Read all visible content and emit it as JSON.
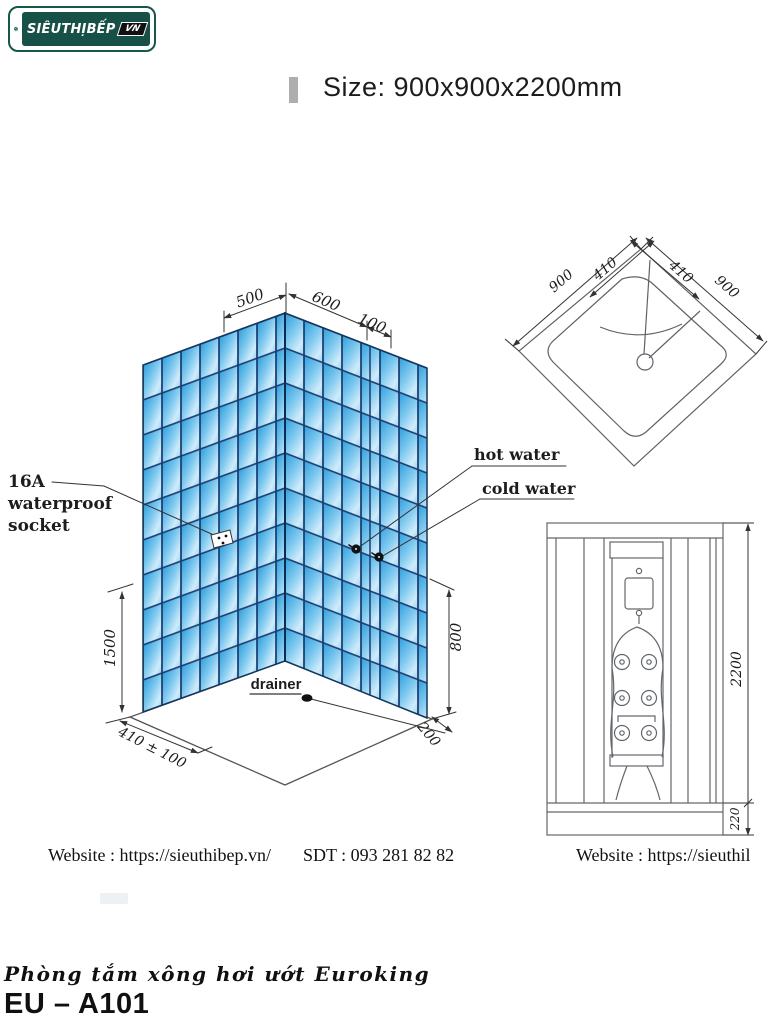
{
  "logo": {
    "brand": "SIÊUTHỊBẾP",
    "tld": "VN"
  },
  "title": "Size: 900x900x2200mm",
  "iso": {
    "dim_500": "500",
    "dim_600": "600",
    "dim_100": "100",
    "dim_1500": "1500",
    "dim_800": "800",
    "dim_410": "410 ± 100",
    "dim_200": "200",
    "socket_l1": "16A",
    "socket_l2": "waterproof",
    "socket_l3": "socket",
    "hot": "hot water",
    "cold": "cold water",
    "drainer": "drainer"
  },
  "top_view": {
    "d900_left": "900",
    "d410_left": "410",
    "d410_right": "410",
    "d900_right": "900"
  },
  "front_view": {
    "d2200": "2200",
    "d220": "220"
  },
  "footer": {
    "left": "Website : https://sieuthibep.vn/",
    "phone": "SDT : 093 281 82 82",
    "right": "Website : https://sieuthil"
  },
  "product": {
    "name": "Phòng tắm xông hơi ướt Euroking",
    "model": "EU – A101"
  },
  "colors": {
    "brand_green": "#175046",
    "tile_blue": "#2e9fdc",
    "tile_light": "#cfecfb",
    "grid_line": "#1b3b6f"
  }
}
